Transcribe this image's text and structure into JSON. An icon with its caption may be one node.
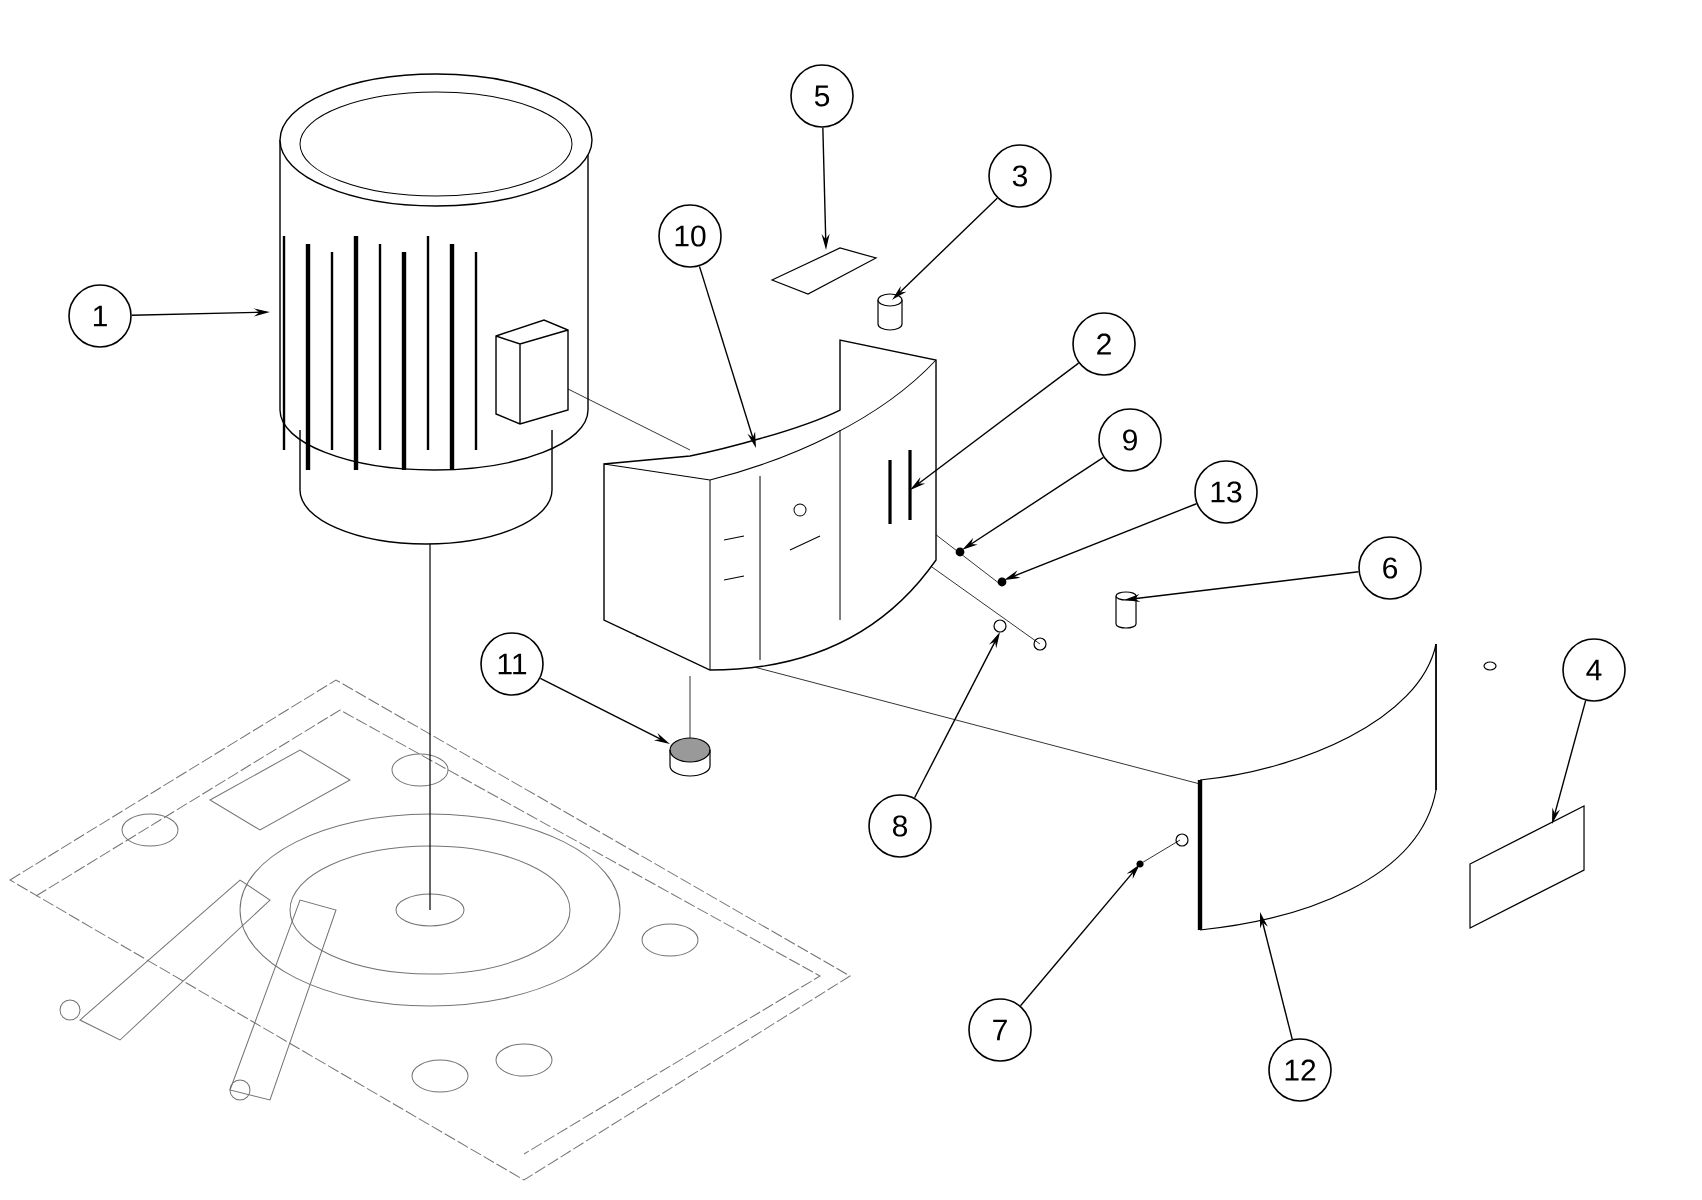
{
  "diagram": {
    "nodes": [
      {
        "text": [
          "5"
        ]
      },
      {
        "text": [
          "3"
        ]
      },
      {
        "text": [
          "10"
        ]
      },
      {
        "text": [
          "1"
        ]
      },
      {
        "text": [
          "2"
        ]
      },
      {
        "text": [
          "9"
        ]
      },
      {
        "text": [
          "13"
        ]
      },
      {
        "text": [
          "6"
        ]
      },
      {
        "text": [
          "11"
        ]
      },
      {
        "text": [
          "8"
        ]
      },
      {
        "text": [
          "4"
        ]
      },
      {
        "text": [
          "7"
        ]
      },
      {
        "text": [
          "12"
        ]
      }
    ],
    "edges": [
      {
        "from": 0,
        "to": null,
        "arrow": "to"
      },
      {
        "from": 1,
        "to": null,
        "arrow": "to"
      },
      {
        "from": 2,
        "to": null,
        "arrow": "to"
      },
      {
        "from": 3,
        "to": null,
        "arrow": "to"
      },
      {
        "from": 4,
        "to": null,
        "arrow": "to"
      },
      {
        "from": 5,
        "to": null,
        "arrow": "to"
      },
      {
        "from": 6,
        "to": null,
        "arrow": "to"
      },
      {
        "from": 7,
        "to": null,
        "arrow": "to"
      },
      {
        "from": 8,
        "to": null,
        "arrow": "to"
      },
      {
        "from": 9,
        "to": null,
        "arrow": "to"
      },
      {
        "from": 10,
        "to": null,
        "arrow": "to"
      },
      {
        "from": 11,
        "to": null,
        "arrow": "to"
      },
      {
        "from": 12,
        "to": null,
        "arrow": "to"
      }
    ]
  }
}
